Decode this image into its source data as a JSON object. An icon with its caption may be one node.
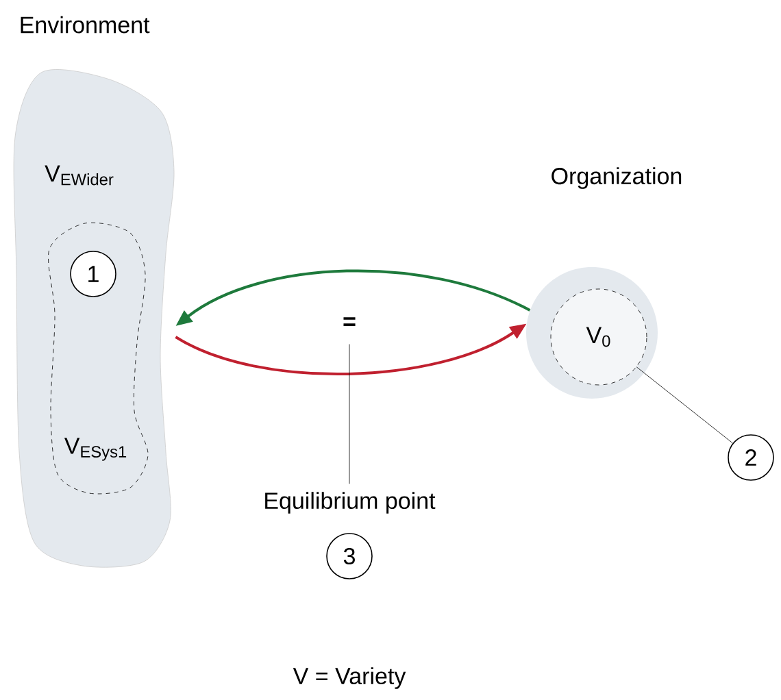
{
  "diagram": {
    "nodes": [
      {
        "text": [
          "Environment",
          "V$_{EWider}$"
        ]
      },
      {
        "text": [
          "V$_{ESys1}$"
        ],
        "in": 0
      },
      {
        "text": [
          "1"
        ],
        "in": 1
      },
      {
        "text": [
          "Organization"
        ]
      },
      {
        "text": [
          "V$_{0}$"
        ],
        "in": 3
      },
      {
        "text": [
          "2"
        ]
      },
      {
        "text": [
          "="
        ]
      },
      {
        "text": [
          "Equilibrium point"
        ]
      },
      {
        "text": [
          "3"
        ]
      }
    ],
    "edges": [
      {
        "from": 3,
        "to": 0,
        "arrow": "to",
        "style": "thick",
        "color": "#1e7a3c"
      },
      {
        "from": 0,
        "to": 3,
        "arrow": "to",
        "style": "thick",
        "color": "#c0202f"
      },
      {
        "from": 5,
        "to": 4,
        "arrow": "none"
      },
      {
        "from": 7,
        "to": 6,
        "arrow": "none"
      }
    ],
    "labels": [
      "V = Variety"
    ]
  }
}
